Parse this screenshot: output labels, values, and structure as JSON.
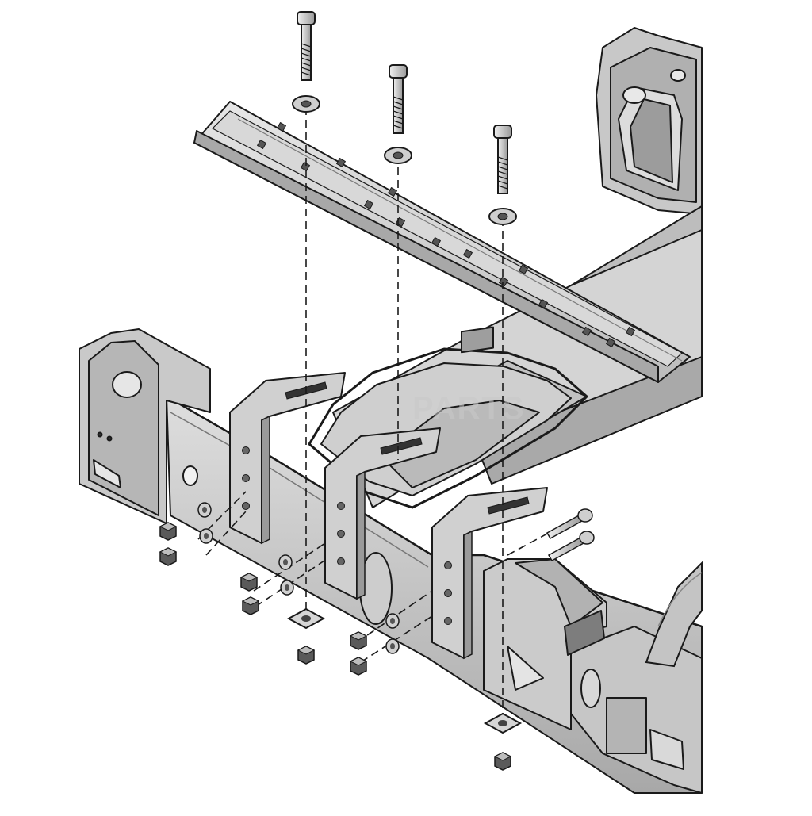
{
  "diagram": {
    "watermark": "PARTS",
    "colors": {
      "line": "#1a1a1a",
      "metal_light": "#d9d9d9",
      "metal_mid": "#bfbfbf",
      "metal_dark": "#8e8e8e",
      "background": "#ffffff"
    },
    "parts": [
      {
        "id": "bolt-1",
        "kind": "long-bolt"
      },
      {
        "id": "bolt-2",
        "kind": "long-bolt"
      },
      {
        "id": "bolt-3",
        "kind": "long-bolt"
      },
      {
        "id": "mounting-plate",
        "kind": "slotted-rail"
      },
      {
        "id": "frame-crossmember",
        "kind": "frame"
      },
      {
        "id": "bracket-1",
        "kind": "slotted-bracket"
      },
      {
        "id": "bracket-2",
        "kind": "slotted-bracket"
      },
      {
        "id": "bracket-3",
        "kind": "slotted-bracket"
      },
      {
        "id": "square-washer-1",
        "kind": "square-washer"
      },
      {
        "id": "square-washer-2",
        "kind": "square-washer"
      },
      {
        "id": "hex-nuts",
        "kind": "nut"
      },
      {
        "id": "side-bolts",
        "kind": "short-bolt"
      }
    ]
  }
}
